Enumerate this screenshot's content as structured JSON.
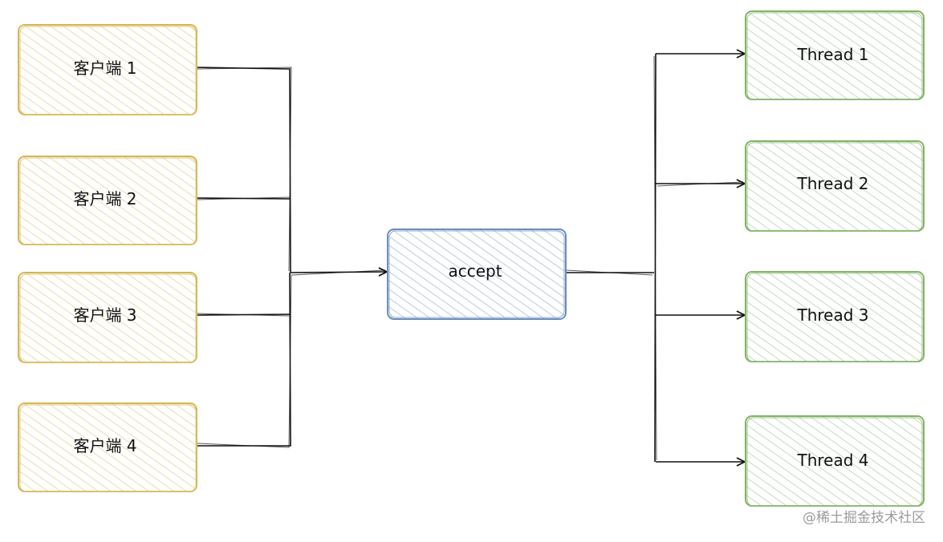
{
  "clients": [
    "客户端 1",
    "客户端 2",
    "客户端 3",
    "客户端 4"
  ],
  "center": "accept",
  "threads": [
    "Thread 1",
    "Thread 2",
    "Thread 3",
    "Thread 4"
  ],
  "watermark": "@稀土掘金技术社区",
  "colors": {
    "client_border": "#d6b656",
    "client_fill": "#fff2cc",
    "center_border": "#6c8ebf",
    "center_fill": "#dae8fc",
    "thread_border": "#82b366",
    "thread_fill": "#d5e8d4",
    "line": "#111111"
  }
}
